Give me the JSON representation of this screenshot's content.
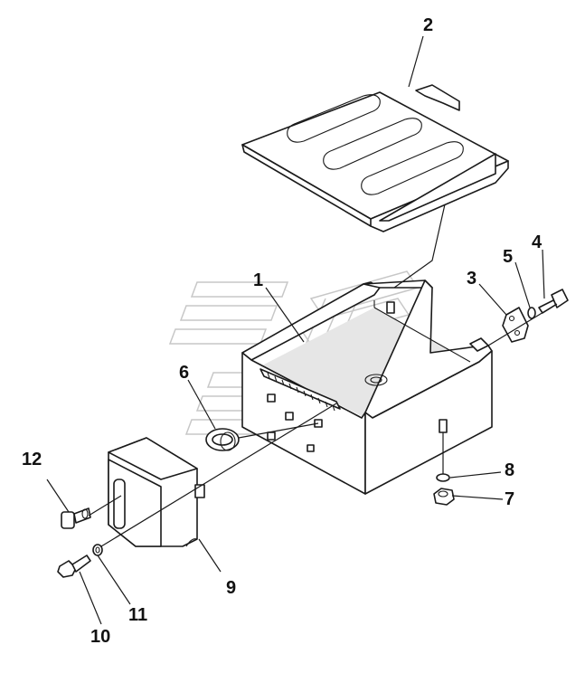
{
  "diagram": {
    "type": "exploded-parts-view",
    "callouts": [
      {
        "id": "1",
        "label": "1"
      },
      {
        "id": "2",
        "label": "2"
      },
      {
        "id": "3",
        "label": "3"
      },
      {
        "id": "4",
        "label": "4"
      },
      {
        "id": "5",
        "label": "5"
      },
      {
        "id": "6",
        "label": "6"
      },
      {
        "id": "7",
        "label": "7"
      },
      {
        "id": "8",
        "label": "8"
      },
      {
        "id": "9",
        "label": "9"
      },
      {
        "id": "10",
        "label": "10"
      },
      {
        "id": "11",
        "label": "11"
      },
      {
        "id": "12",
        "label": "12"
      }
    ]
  }
}
